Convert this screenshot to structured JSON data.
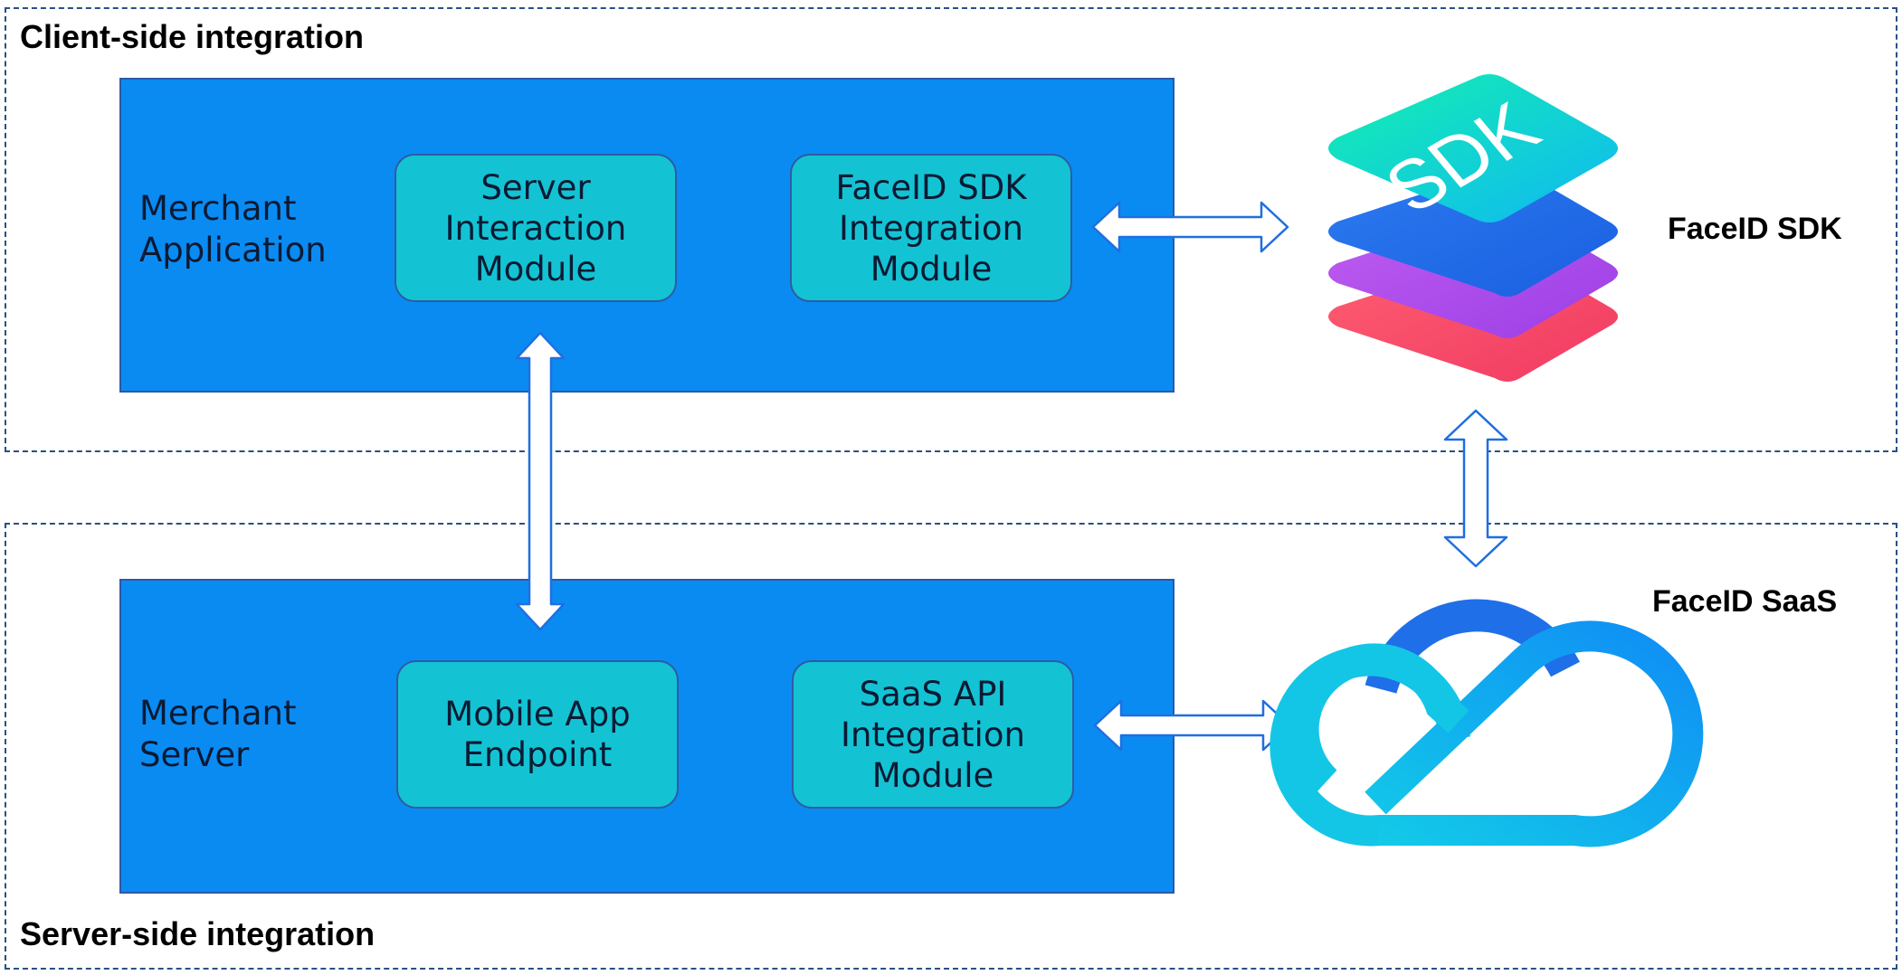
{
  "zones": {
    "client": {
      "title": "Client-side integration"
    },
    "server": {
      "title": "Server-side integration"
    }
  },
  "merchant_application": {
    "label": "Merchant\nApplication",
    "modules": {
      "server_interaction": "Server\nInteraction\nModule",
      "faceid_sdk_integration": "FaceID SDK\nIntegration\nModule"
    }
  },
  "merchant_server": {
    "label": "Merchant\nServer",
    "modules": {
      "mobile_app_endpoint": "Mobile App\nEndpoint",
      "saas_api_integration": "SaaS API\nIntegration\nModule"
    }
  },
  "faceid_sdk": {
    "label": "FaceID SDK",
    "icon_text": "SDK",
    "icon": "sdk-layers-icon"
  },
  "faceid_saas": {
    "label": "FaceID SaaS",
    "icon": "cloud-icon"
  },
  "colors": {
    "container_blue": "#0a8bf2",
    "module_cyan": "#13c3d3",
    "border_navy": "#2c59a6",
    "arrow_blue": "#1f6fe0"
  }
}
